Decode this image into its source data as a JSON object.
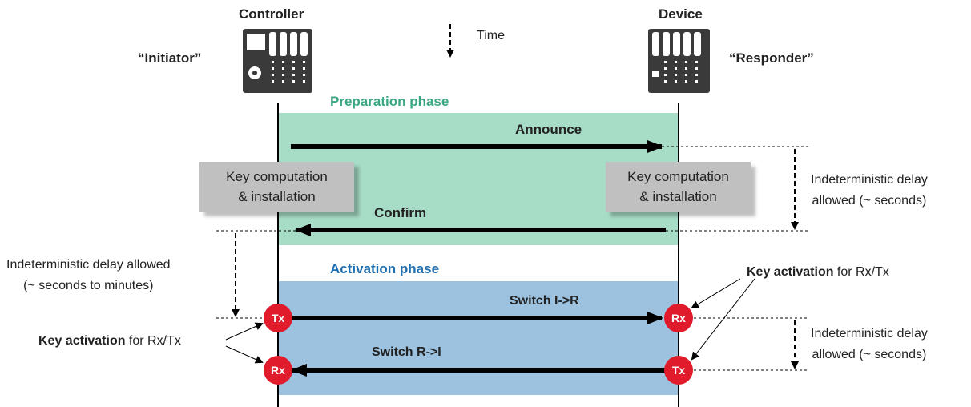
{
  "actors": {
    "controller": "Controller",
    "device": "Device",
    "initiator": "“Initiator”",
    "responder": "“Responder”"
  },
  "time_label": "Time",
  "phases": {
    "preparation": "Preparation phase",
    "activation": "Activation phase"
  },
  "messages": {
    "announce": "Announce",
    "confirm": "Confirm",
    "switch_ir": "Switch I->R",
    "switch_ri": "Switch R->I"
  },
  "boxes": {
    "left_line1": "Key computation",
    "left_line2": "& installation",
    "right_line1": "Key computation",
    "right_line2": "& installation"
  },
  "notes": {
    "delay_right1_l1": "Indeterministic delay",
    "delay_right1_l2": "allowed (~ seconds)",
    "delay_left_l1": "Indeterministic delay allowed",
    "delay_left_l2": "(~ seconds to minutes)",
    "delay_right2_l1": "Indeterministic delay",
    "delay_right2_l2": "allowed (~ seconds)",
    "key_activation_bold": "Key activation",
    "key_activation_rest": " for Rx/Tx"
  },
  "badges": {
    "tx": "Tx",
    "rx": "Rx"
  },
  "colors": {
    "preparation_fill": "#a7dcc6",
    "preparation_text": "#3aa783",
    "activation_fill": "#9cc2e0",
    "activation_text": "#1f6fb0",
    "badge_fill": "#e01b2b",
    "box_fill": "#c0c0c0"
  }
}
